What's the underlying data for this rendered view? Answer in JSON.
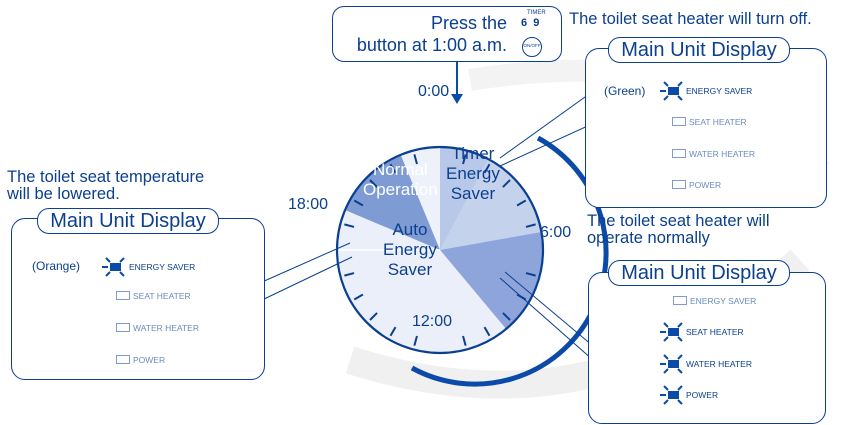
{
  "callout_top": {
    "line1": "Press the",
    "line2": "button at 1:00 a.m.",
    "timer_label": "TIMER",
    "digits": "6  9",
    "onoff_label": "ON/OFF"
  },
  "clock": {
    "label_top": "0:00",
    "label_right": "6:00",
    "label_bottom": "12:00",
    "label_left": "18:00",
    "sectors": {
      "normal": [
        "Normal",
        "Operation"
      ],
      "timer": [
        "Timer",
        "Energy",
        "Saver"
      ],
      "auto": [
        "Auto",
        "Energy",
        "Saver"
      ]
    }
  },
  "left_panel": {
    "caption": [
      "The toilet seat temperature",
      "will be lowered."
    ],
    "tab": "Main Unit Display",
    "color_label": "(Orange)",
    "indicators": [
      "ENERGY SAVER",
      "SEAT HEATER",
      "WATER HEATER",
      "POWER"
    ]
  },
  "right_top_panel": {
    "caption": "The toilet seat heater will turn off.",
    "tab": "Main Unit Display",
    "color_label": "(Green)",
    "indicators": [
      "ENERGY SAVER",
      "SEAT HEATER",
      "WATER HEATER",
      "POWER"
    ]
  },
  "right_bottom_panel": {
    "caption": [
      "The toilet seat heater will",
      "operate normally"
    ],
    "tab": "Main Unit Display",
    "indicators": [
      "ENERGY SAVER",
      "SEAT HEATER",
      "WATER HEATER",
      "POWER"
    ]
  },
  "colors": {
    "ink": "#0b3f8f",
    "normal_sector": "#7f9bd4",
    "timer_sector": "#b8c8e8",
    "auto_sector": "#ebeff9",
    "dark_sector": "#8ea5dc",
    "rim": "#0b4aa8"
  }
}
